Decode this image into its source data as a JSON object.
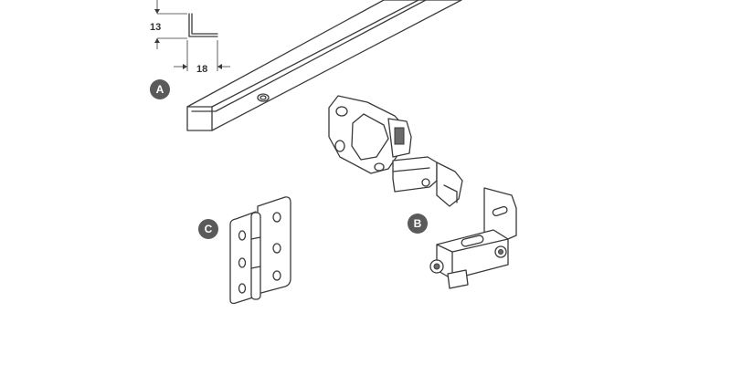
{
  "dimensions": {
    "height_label": "13",
    "width_label": "18"
  },
  "parts": [
    {
      "id": "A",
      "label": "A"
    },
    {
      "id": "B",
      "label": "B"
    },
    {
      "id": "C",
      "label": "C"
    }
  ],
  "colors": {
    "badge_fill": "#5a5a5a",
    "line": "#3a3a3a",
    "background": "#ffffff"
  }
}
